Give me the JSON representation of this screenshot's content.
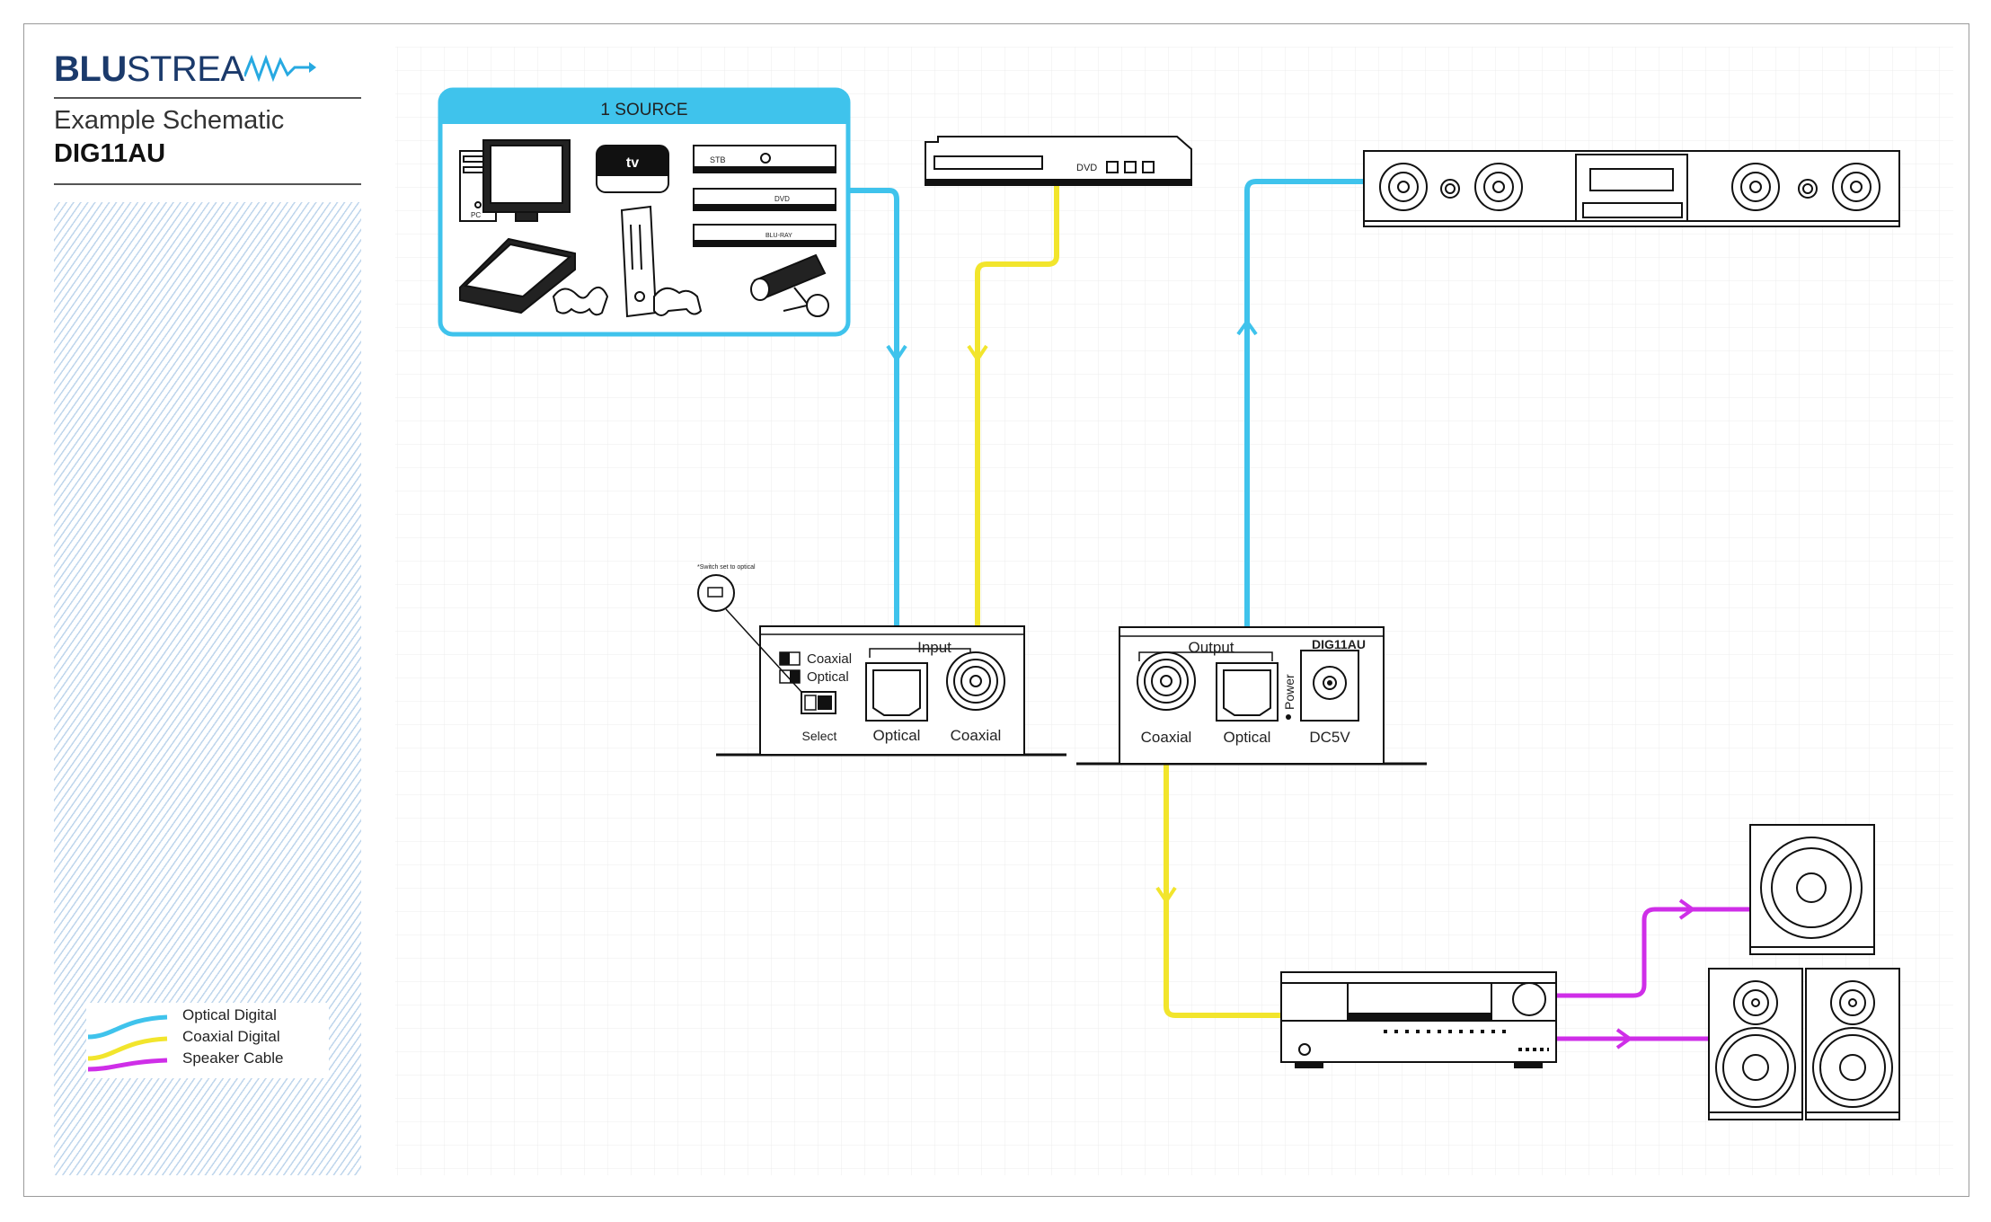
{
  "brand": {
    "part1": "BLU",
    "part2": "STREA",
    "part3": "M"
  },
  "header": {
    "subtitle": "Example Schematic",
    "model": "DIG11AU"
  },
  "legend": [
    {
      "label": "Optical Digital",
      "color": "#3fc3ec"
    },
    {
      "label": "Coaxial Digital",
      "color": "#f2e52c"
    },
    {
      "label": "Speaker Cable",
      "color": "#cf2ee8"
    }
  ],
  "source_box": {
    "title": "1 SOURCE",
    "stb_label": "STB",
    "dvd_label": "DVD",
    "bluray_label": "BLU-RAY",
    "appletv_label": "tv",
    "pc_label": "PC"
  },
  "dvd_player": {
    "label": "DVD"
  },
  "input_unit": {
    "switch_note": "*Switch set to optical",
    "section_label": "Input",
    "legend_coaxial": "Coaxial",
    "legend_optical": "Optical",
    "select_label": "Select",
    "optical_port": "Optical",
    "coaxial_port": "Coaxial"
  },
  "output_unit": {
    "model": "DIG11AU",
    "section_label": "Output",
    "coaxial_port": "Coaxial",
    "optical_port": "Optical",
    "power_label": "Power",
    "dc_port": "DC5V"
  },
  "colors": {
    "optical": "#3fc3ec",
    "coaxial": "#f2e52c",
    "speaker": "#cf2ee8",
    "source_border": "#3fc3ec"
  }
}
